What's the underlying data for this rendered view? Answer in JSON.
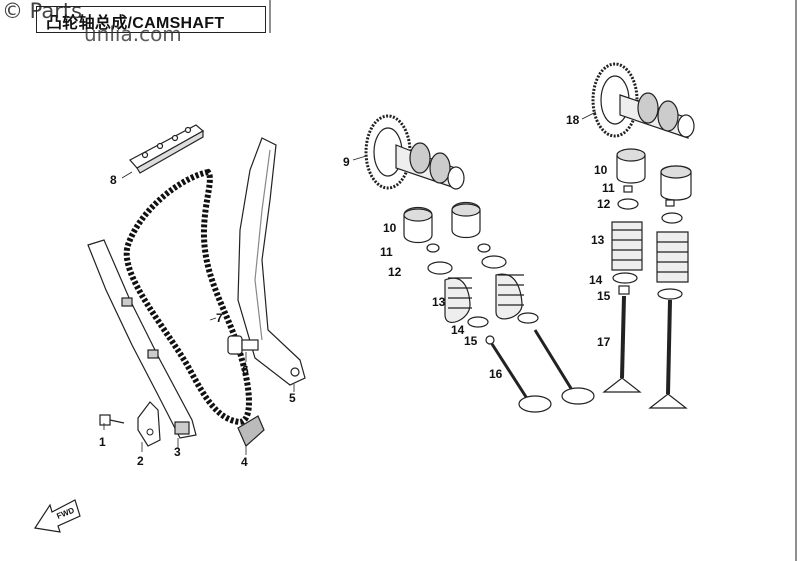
{
  "title": "凸轮轴总成/CAMSHAFT",
  "watermark": {
    "line1": "© Parts",
    "line2": "unlia.com"
  },
  "direction_label": "FWD",
  "callouts": [
    "1",
    "2",
    "3",
    "4",
    "5",
    "6",
    "7",
    "8",
    "9",
    "10",
    "11",
    "12",
    "13",
    "14",
    "15",
    "16",
    "10",
    "11",
    "12",
    "13",
    "14",
    "15",
    "17",
    "18"
  ]
}
